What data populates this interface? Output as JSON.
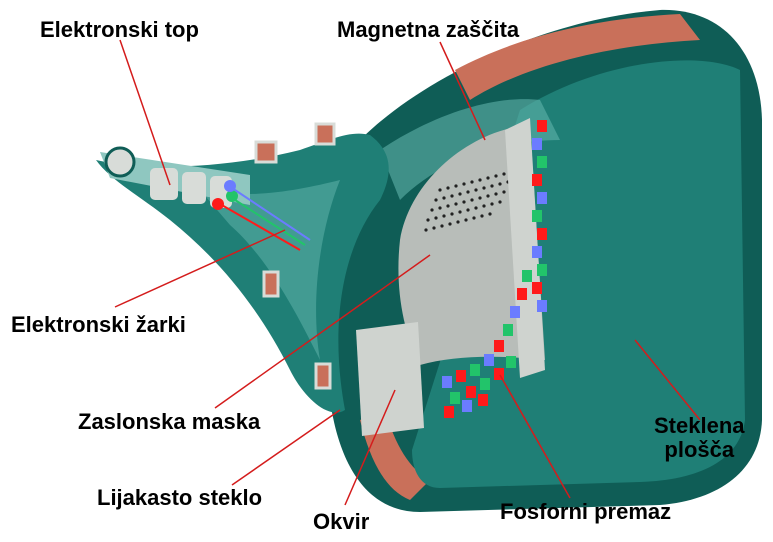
{
  "labels": {
    "electron_gun": "Elektronski top",
    "magnetic_shield": "Magnetna zaščita",
    "electron_beams": "Elektronski žarki",
    "shadow_mask": "Zaslonska maska",
    "funnel_glass": "Lijakasto steklo",
    "frame": "Okvir",
    "phosphor_coating": "Fosforni premaz",
    "glass_plate_line1": "Steklena",
    "glass_plate_line2": "plošča"
  },
  "colors": {
    "tube_dark": "#0f5d56",
    "tube_mid": "#1f7f76",
    "tube_light": "#5fb3aa",
    "copper": "#c9705a",
    "mask_gray": "#b8bdb9",
    "frame_gray": "#cfd3cf",
    "leader_line": "#d41c1c",
    "phosphor_red": "#ff1a1a",
    "phosphor_green": "#22c46a",
    "phosphor_blue": "#6b7cff",
    "label_text": "#000000"
  }
}
